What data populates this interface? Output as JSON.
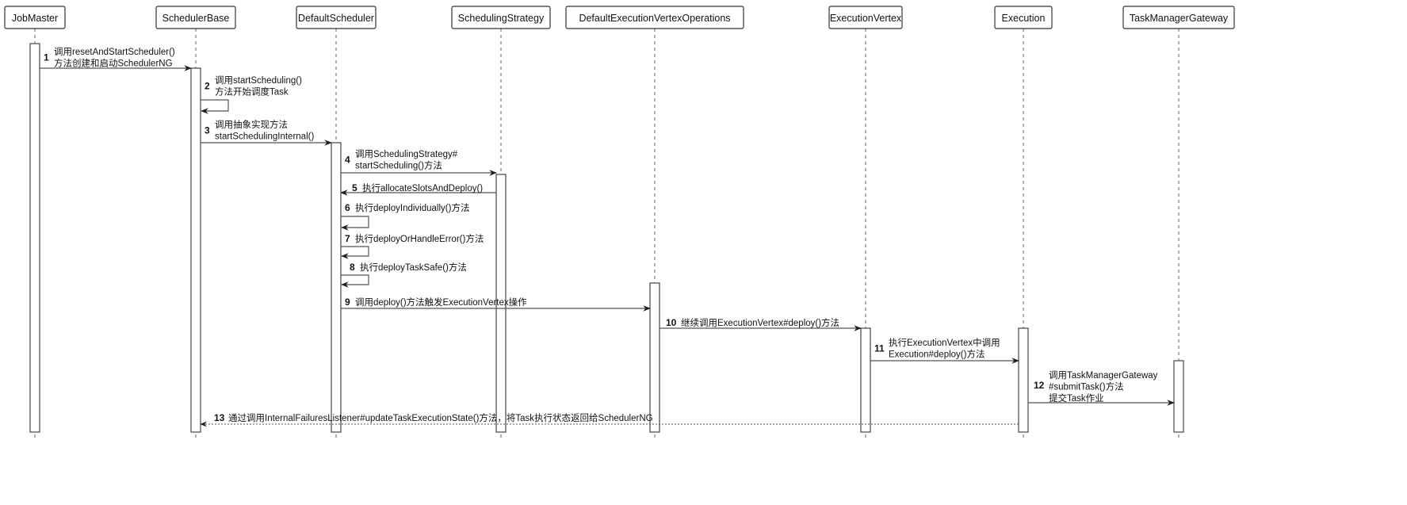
{
  "title": "Flink SchedulerNG scheduling sequence",
  "participants": [
    {
      "name": "JobMaster"
    },
    {
      "name": "SchedulerBase"
    },
    {
      "name": "DefaultScheduler"
    },
    {
      "name": "SchedulingStrategy"
    },
    {
      "name": "DefaultExecutionVertexOperations"
    },
    {
      "name": "ExecutionVertex"
    },
    {
      "name": "Execution"
    },
    {
      "name": "TaskManagerGateway"
    }
  ],
  "messages": [
    {
      "num": "1",
      "from": 0,
      "to": 1,
      "type": "call",
      "lines": [
        "调用resetAndStartScheduler()",
        "方法创建和启动SchedulerNG"
      ]
    },
    {
      "num": "2",
      "from": 1,
      "to": 1,
      "type": "self",
      "lines": [
        "调用startScheduling()",
        "方法开始调度Task"
      ]
    },
    {
      "num": "3",
      "from": 1,
      "to": 2,
      "type": "call",
      "lines": [
        "调用抽象实现方法",
        "startSchedulingInternal()"
      ]
    },
    {
      "num": "4",
      "from": 2,
      "to": 3,
      "type": "call",
      "lines": [
        "调用SchedulingStrategy#",
        "startScheduling()方法"
      ]
    },
    {
      "num": "5",
      "from": 3,
      "to": 2,
      "type": "call",
      "lines": [
        "执行allocateSlotsAndDeploy()"
      ]
    },
    {
      "num": "6",
      "from": 2,
      "to": 2,
      "type": "self",
      "lines": [
        "执行deployIndividually()方法"
      ]
    },
    {
      "num": "7",
      "from": 2,
      "to": 2,
      "type": "self",
      "lines": [
        "执行deployOrHandleError()方法"
      ]
    },
    {
      "num": "8",
      "from": 2,
      "to": 2,
      "type": "self",
      "lines": [
        "执行deployTaskSafe()方法"
      ]
    },
    {
      "num": "9",
      "from": 2,
      "to": 4,
      "type": "call",
      "lines": [
        "调用deploy()方法触发ExecutionVertex操作"
      ]
    },
    {
      "num": "10",
      "from": 4,
      "to": 5,
      "type": "call",
      "lines": [
        "继续调用ExecutionVertex#deploy()方法"
      ]
    },
    {
      "num": "11",
      "from": 5,
      "to": 6,
      "type": "call",
      "lines": [
        "执行ExecutionVertex中调用",
        "Execution#deploy()方法"
      ]
    },
    {
      "num": "12",
      "from": 6,
      "to": 7,
      "type": "call",
      "lines": [
        "调用TaskManagerGateway",
        "#submitTask()方法",
        "提交Task作业"
      ]
    },
    {
      "num": "13",
      "from": 6,
      "to": 1,
      "type": "return",
      "lines": [
        "通过调用InternalFailuresListener#updateTaskExecutionState()方法，将Task执行状态返回给SchedulerNG"
      ]
    }
  ]
}
